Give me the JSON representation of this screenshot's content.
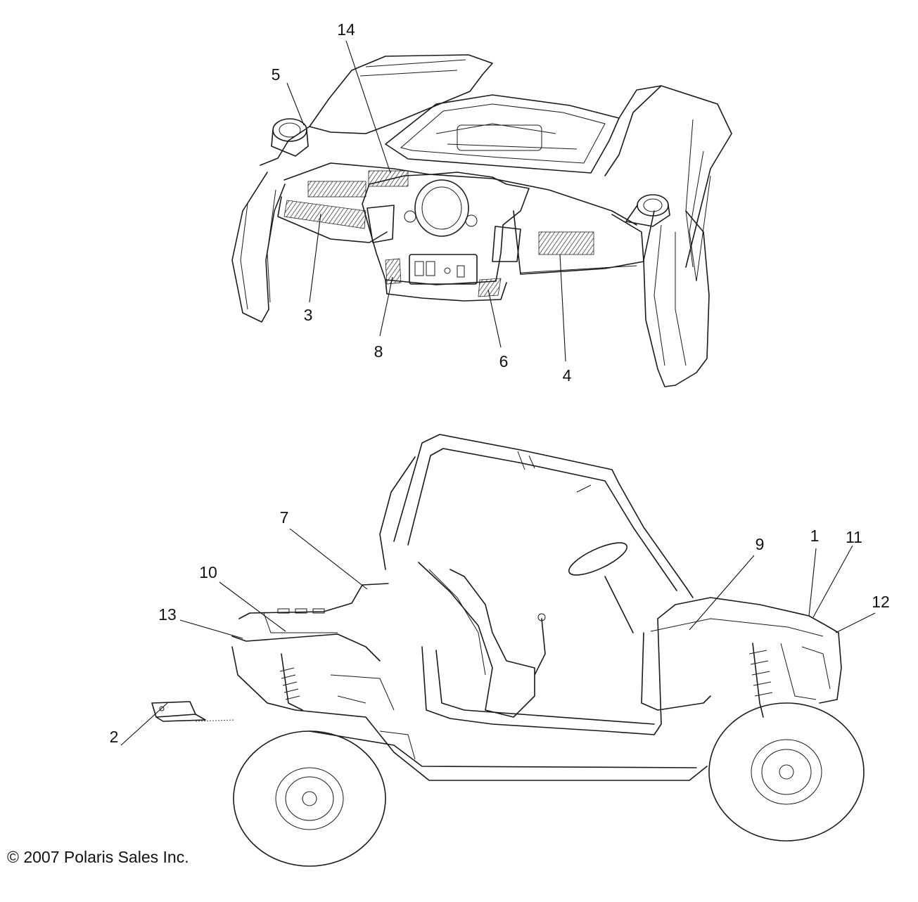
{
  "copyright": "© 2007 Polaris Sales Inc.",
  "callouts": [
    {
      "id": "1",
      "label": "1"
    },
    {
      "id": "2",
      "label": "2"
    },
    {
      "id": "3",
      "label": "3"
    },
    {
      "id": "4",
      "label": "4"
    },
    {
      "id": "5",
      "label": "5"
    },
    {
      "id": "6",
      "label": "6"
    },
    {
      "id": "7",
      "label": "7"
    },
    {
      "id": "8",
      "label": "8"
    },
    {
      "id": "9",
      "label": "9"
    },
    {
      "id": "10",
      "label": "10"
    },
    {
      "id": "11",
      "label": "11"
    },
    {
      "id": "12",
      "label": "12"
    },
    {
      "id": "13",
      "label": "13"
    },
    {
      "id": "14",
      "label": "14"
    }
  ]
}
